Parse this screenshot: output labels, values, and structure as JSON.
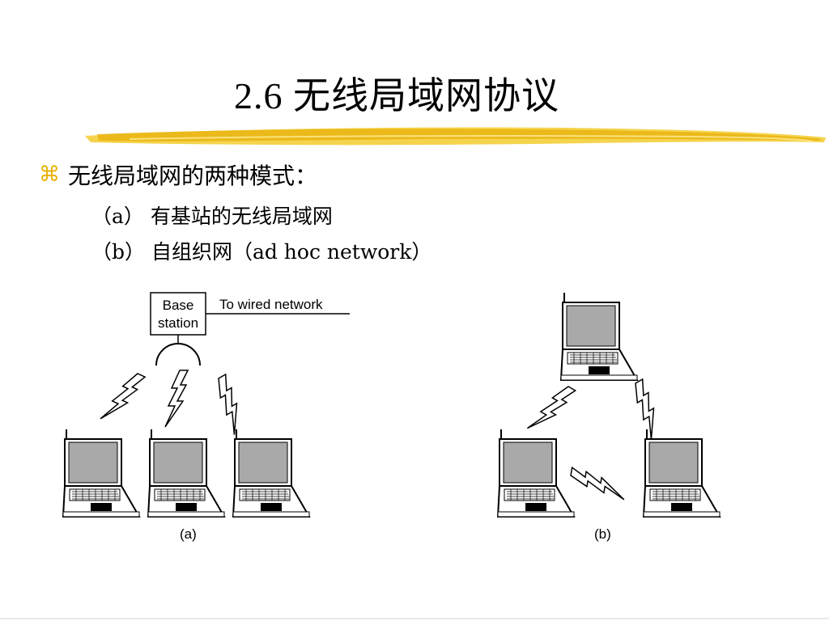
{
  "slide": {
    "title": "2.6 无线局域网协议",
    "bullet": "无线局域网的两种模式：",
    "bullet_icon": "command-key-icon",
    "sub_a": "（a） 有基站的无线局域网",
    "sub_b": "（b） 自组织网（ad hoc network）"
  },
  "diagram": {
    "base_station_line1": "Base",
    "base_station_line2": "station",
    "wired_label": "To wired network",
    "caption_a": "(a)",
    "caption_b": "(b)"
  },
  "colors": {
    "accent_brush": "#f2c21a",
    "bullet": "#e8b000",
    "screen": "#a9a9a9"
  }
}
